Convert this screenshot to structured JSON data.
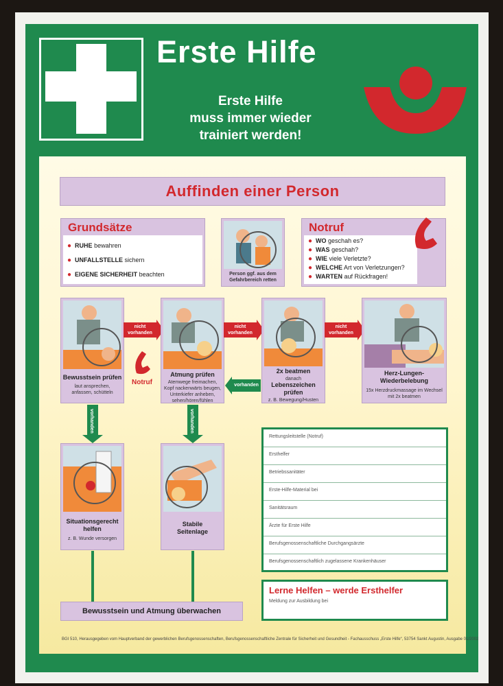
{
  "poster": {
    "title": "Erste Hilfe",
    "subtitle_lines": [
      "Erste Hilfe",
      "muss immer wieder",
      "trainiert werden!"
    ],
    "section_title": "Auffinden einer Person",
    "colors": {
      "green": "#1f8a4e",
      "red": "#d2282d",
      "lilac": "#d9c3e0",
      "cream": "#fff6cf"
    }
  },
  "grundsaetze": {
    "title": "Grundsätze",
    "items": [
      {
        "strong": "RUHE",
        "rest": " bewahren"
      },
      {
        "strong": "UNFALLSTELLE",
        "rest": " sichern"
      },
      {
        "strong": "EIGENE SICHERHEIT",
        "rest": " beachten"
      }
    ]
  },
  "rescue": {
    "caption_lines": [
      "Person ggf. aus dem",
      "Gefahrbereich retten"
    ]
  },
  "notruf": {
    "title": "Notruf",
    "icon": "phone-icon",
    "items": [
      {
        "strong": "WO",
        "rest": " geschah es?"
      },
      {
        "strong": "WAS",
        "rest": " geschah?"
      },
      {
        "strong": "WIE",
        "rest": " viele Verletzte?"
      },
      {
        "strong": "WELCHE",
        "rest": " Art von Verletzungen?"
      },
      {
        "strong": "WARTEN",
        "rest": " auf Rückfragen!"
      }
    ]
  },
  "steps": {
    "bewusstsein": {
      "label": "Bewusstsein prüfen",
      "sub": [
        "laut ansprechen,",
        "anfassen, schütteln"
      ]
    },
    "atmung": {
      "label": "Atmung prüfen",
      "sub": [
        "Atemwege freimachen,",
        "Kopf nackenwärts beugen,",
        "Unterkiefer anheben,",
        "sehen/hören/fühlen"
      ]
    },
    "beatmen": {
      "label_top": "2x beatmen",
      "label_mid": "danach",
      "label_lines": [
        "Lebenszeichen",
        "prüfen"
      ],
      "sub": [
        "z. B. Bewegung/Husten"
      ]
    },
    "hlw": {
      "label_lines": [
        "Herz-Lungen-",
        "Wiederbelebung"
      ],
      "sub": [
        "15x Herzdruckmassage im Wechsel",
        "mit 2x beatmen"
      ]
    },
    "situation": {
      "label_lines": [
        "Situationsgerecht",
        "helfen"
      ],
      "sub": [
        "z. B. Wunde versorgen"
      ]
    },
    "seitenlage": {
      "label_lines": [
        "Stabile",
        "Seitenlage"
      ]
    }
  },
  "arrows": {
    "nicht_vorhanden_top": "nicht",
    "nicht_vorhanden_bottom": "vorhanden",
    "vorhanden": "vorhanden",
    "notruf_label": "Notruf"
  },
  "monitor": {
    "label": "Bewusstsein und Atmung überwachen"
  },
  "form_rows": [
    "Rettungsleitstelle (Notruf)",
    "Ersthelfer",
    "Betriebssanitäter",
    "Erste-Hilfe-Material bei",
    "Sanitätsraum",
    "Ärzte für Erste Hilfe",
    "Berufsgenossenschaftliche Durchgangsärzte",
    "Berufsgenossenschaftlich zugelassene Krankenhäuser"
  ],
  "learn": {
    "title": "Lerne Helfen – werde Ersthelfer",
    "sub": "Meldung zur Ausbildung bei"
  },
  "footer": "BGI 510, Herausgegeben vom Hauptverband der gewerblichen Berufsgenossenschaften, Berufsgenossenschaftliche Zentrale für Sicherheit und Gesundheit - Fachausschuss „Erste Hilfe“, 53754 Sankt Augustin, Ausgabe 01/2002"
}
